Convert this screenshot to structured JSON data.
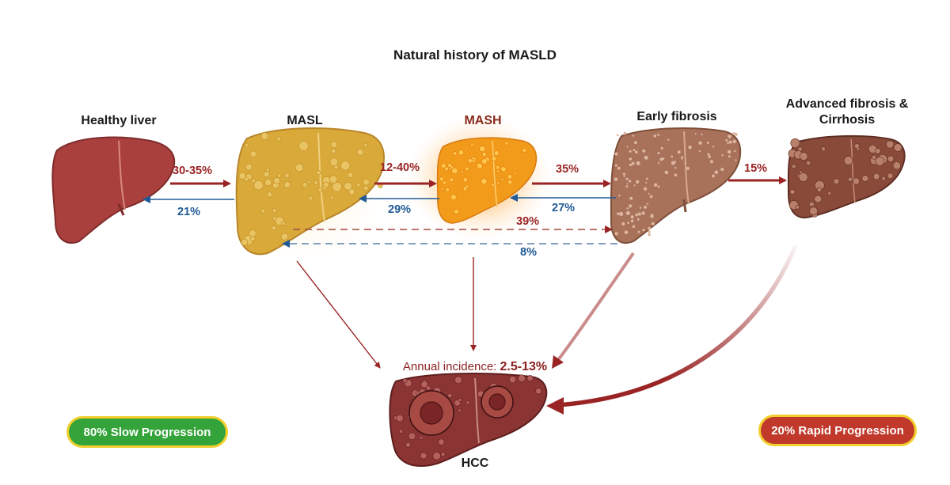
{
  "title": "Natural history of MASLD",
  "stages": {
    "healthy": "Healthy liver",
    "masl": "MASL",
    "mash": "MASH",
    "early_fibrosis": "Early fibrosis",
    "advanced_line1": "Advanced fibrosis &",
    "advanced_line2": "Cirrhosis",
    "hcc": "HCC"
  },
  "transitions": {
    "healthy_to_masl": "30-35%",
    "masl_to_healthy": "21%",
    "masl_to_mash": "12-40%",
    "mash_to_masl": "29%",
    "mash_to_early": "35%",
    "early_to_mash": "27%",
    "masl_to_early": "39%",
    "early_to_masl": "8%",
    "early_to_advanced": "15%"
  },
  "incidence": {
    "label": "Annual incidence: ",
    "value": "2.5-13%"
  },
  "progression": {
    "slow": "80% Slow Progression",
    "rapid": "20% Rapid Progression"
  },
  "colors": {
    "healthy_liver": "#a9403e",
    "masl_liver": "#d9a93a",
    "mash_liver": "#f29a1a",
    "fibrosis_liver": "#a8715a",
    "cirrhosis_liver": "#8a4a3a",
    "hcc_liver": "#8b3434",
    "progression_arrow": "#9a2424",
    "regression_arrow": "#1f5a96",
    "slow_pill": "#34a43a",
    "rapid_pill": "#c0392b",
    "pill_border": "#f2cf2c"
  }
}
